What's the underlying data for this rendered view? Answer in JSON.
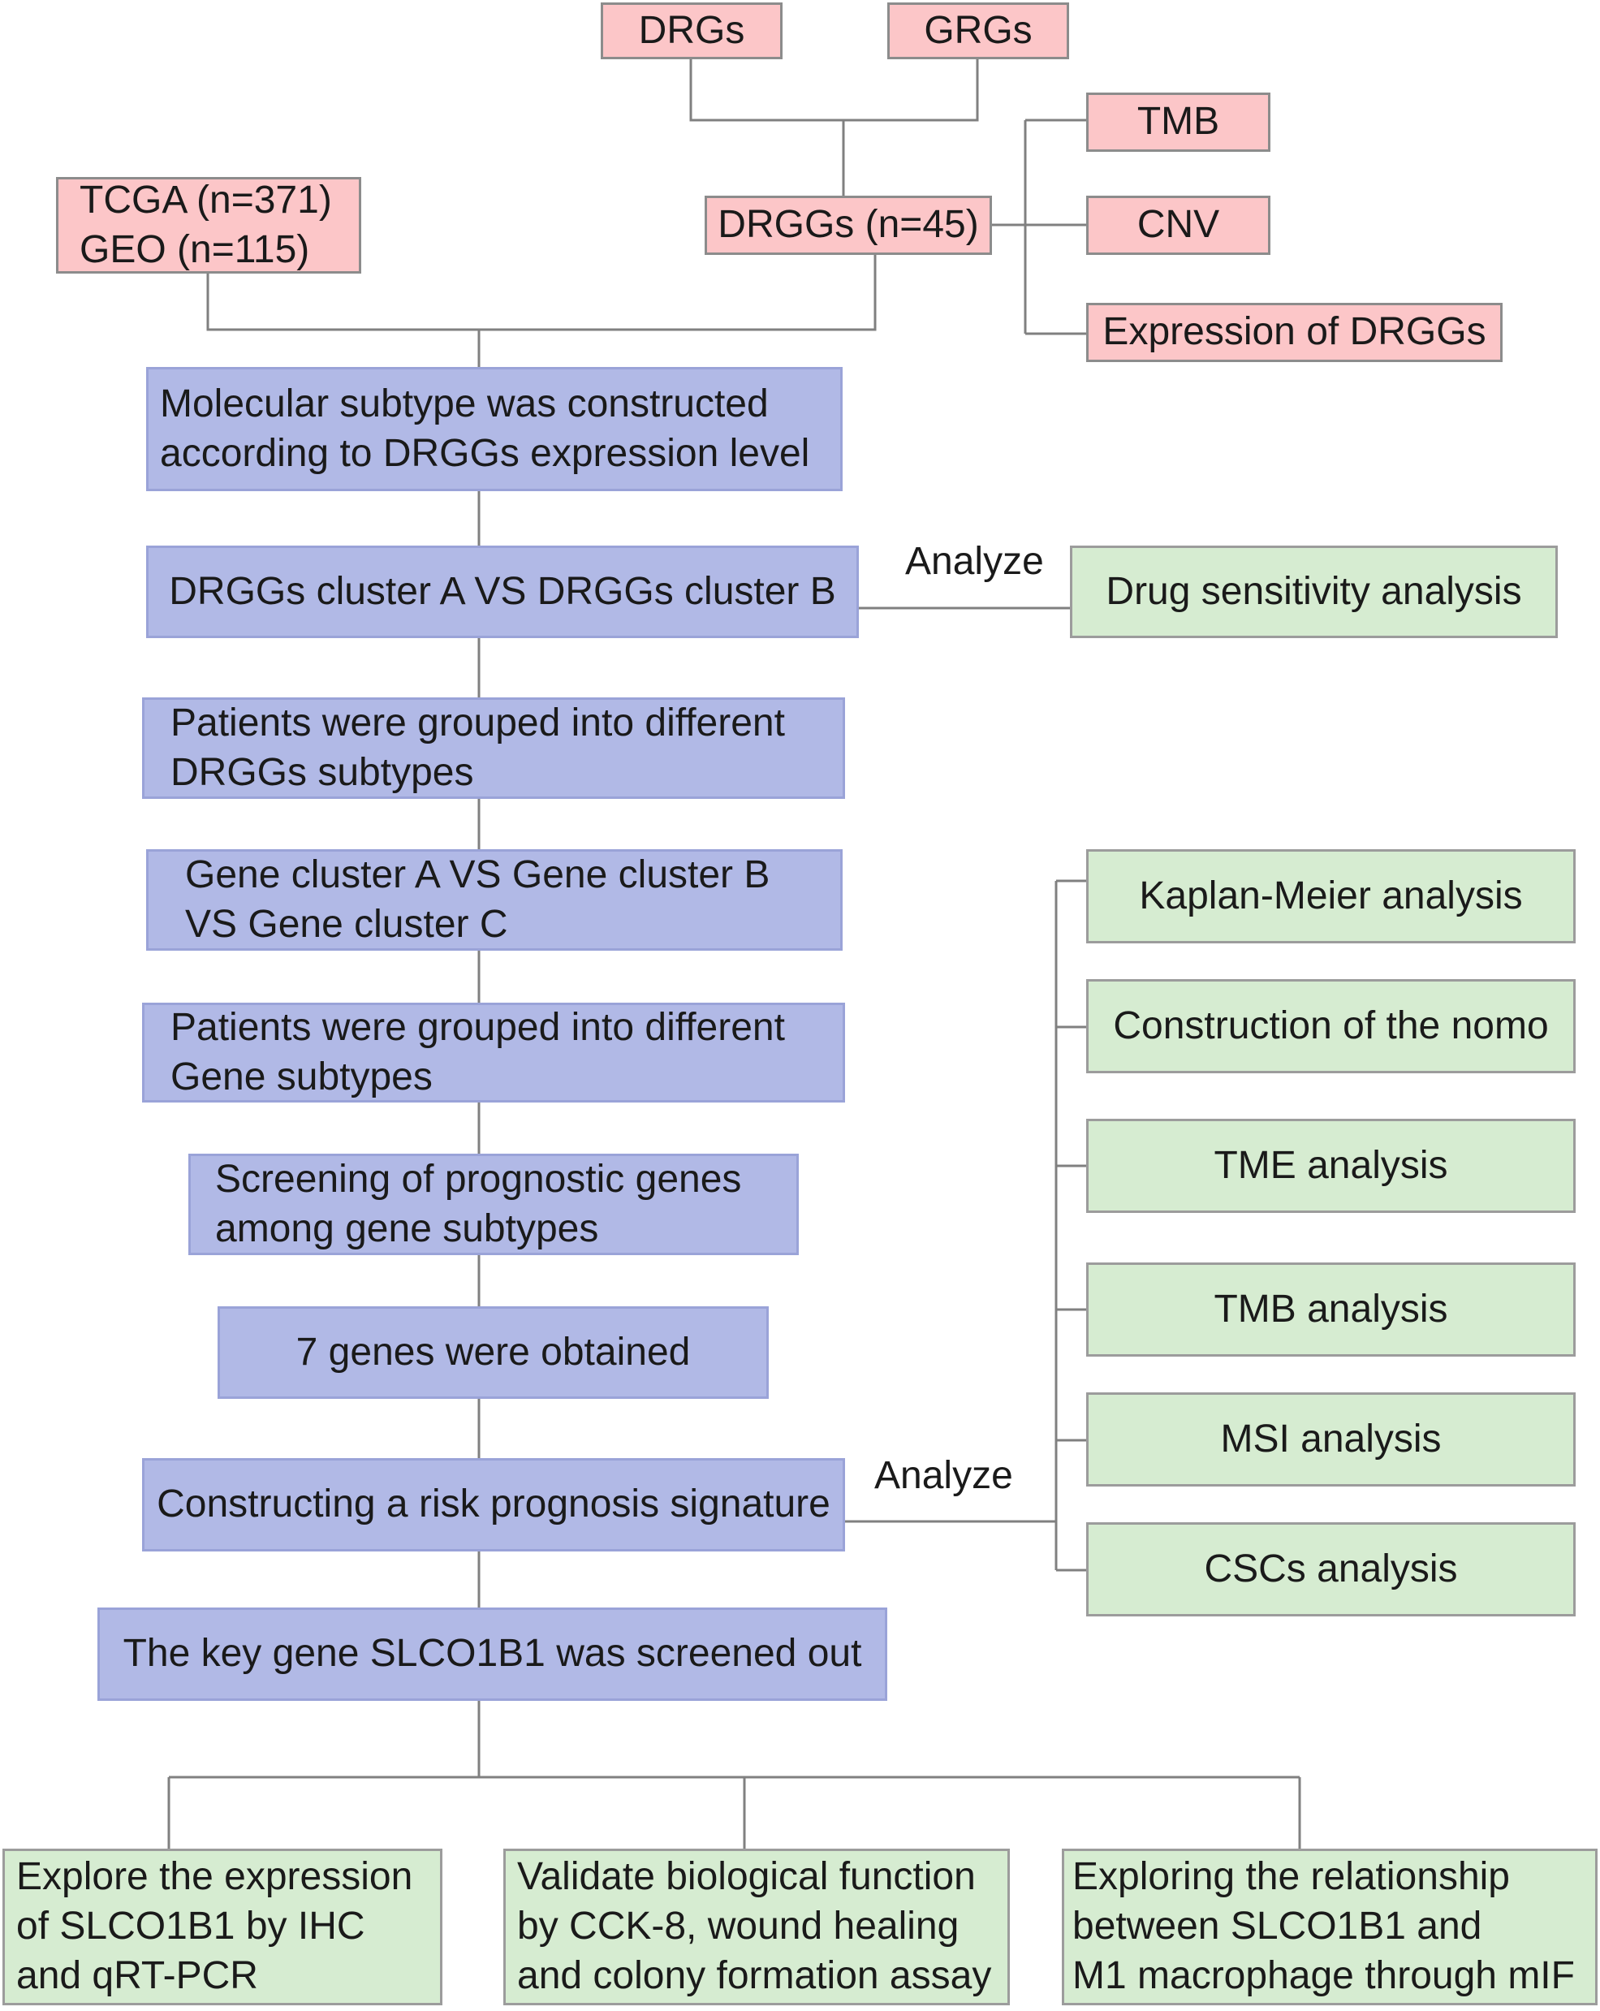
{
  "inputs": {
    "drgs": "DRGs",
    "grgs": "GRGs",
    "tcga_geo": "TCGA (n=371)\nGEO (n=115)",
    "drggs": "DRGGs (n=45)"
  },
  "drggs_branches": {
    "tmb": "TMB",
    "cnv": "CNV",
    "expression": "Expression of DRGGs"
  },
  "main_steps": {
    "step1": "Molecular subtype was constructed\naccording to DRGGs expression level",
    "step2": "DRGGs cluster A VS DRGGs cluster B",
    "step3": "Patients were grouped into different\nDRGGs subtypes",
    "step4": "Gene cluster A VS Gene cluster B\nVS Gene cluster C",
    "step5": "Patients were grouped into different\nGene subtypes",
    "step6": "Screening of prognostic genes\namong gene subtypes",
    "step7": "7 genes were obtained",
    "step8": "Constructing a risk prognosis signature",
    "step9": "The key gene SLCO1B1 was screened out"
  },
  "analyze_labels": {
    "top": "Analyze",
    "bottom": "Analyze"
  },
  "drug_analysis": "Drug sensitivity analysis",
  "signature_analyses": [
    "Kaplan-Meier analysis",
    "Construction of the nomo",
    "TME analysis",
    "TMB analysis",
    "MSI analysis",
    "CSCs analysis"
  ],
  "validation": {
    "ihc": "Explore the expression\nof SLCO1B1 by IHC\nand qRT-PCR",
    "cck8": "Validate biological function\nby CCK-8, wound healing\nand colony formation assay",
    "mif": "Exploring the relationship\nbetween SLCO1B1 and\nM1 macrophage through mIF"
  },
  "colors": {
    "input_fill": "#fcc6c8",
    "step_fill": "#b1b9e6",
    "analysis_fill": "#d6ecd1",
    "connector": "#808080"
  }
}
